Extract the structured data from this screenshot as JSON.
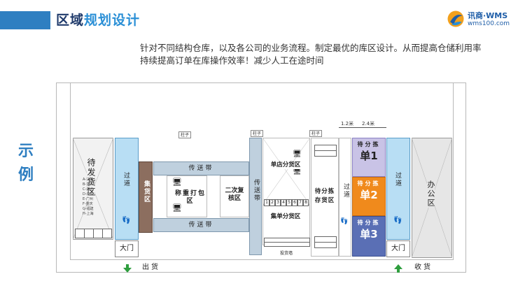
{
  "header": {
    "title_part1": "区域",
    "title_part2": "规划设计",
    "logo_name": "讯商·WMS",
    "logo_url": "wms100.com"
  },
  "description": {
    "line1": "针对不同结构仓库，以及各公司的业务流程。制定最优的库区设计。从而提高仓储利用率",
    "line2": "持续提高订单在库操作效率！减少人工在途时间"
  },
  "side_label": "示例",
  "plan": {
    "pillar": "柱子",
    "dim_1": "1.2米",
    "dim_2": "2.4米",
    "wait_ship": "待发货区",
    "wait_ship_list": [
      "A-江苏",
      "B-浙江",
      "C-湖北",
      "D-广东",
      "E-广州",
      "F-重庆",
      "G-福建",
      "H-上海"
    ],
    "passage": "过道",
    "gather": "集货区",
    "conveyor": "传送带",
    "weigh_pack": "称重打包区",
    "secondary_check": "二次复核区",
    "single_store_pick": "单店分货区",
    "bulk_pick": "集单分货区",
    "pick_wall": "投货墙",
    "wait_pick_store": "待分拣存货区",
    "wait_pick": "待分拣",
    "single_1": "单1",
    "single_2": "单2",
    "single_3": "单3",
    "big_door": "大门",
    "office": "办公区",
    "ship_out": "出货",
    "receive": "收货",
    "slot_numbers": [
      "1",
      "2",
      "3",
      "4",
      "5",
      "6",
      "7",
      "8"
    ]
  },
  "colors": {
    "title_blue": "#2a8fd6",
    "passage_blue": "#b8def4",
    "single_2_orange": "#f08a1c",
    "single_3_blue": "#5a6fb5",
    "single_1_lavender": "#c9c3e6",
    "arrow_green": "#2e9e3e"
  }
}
